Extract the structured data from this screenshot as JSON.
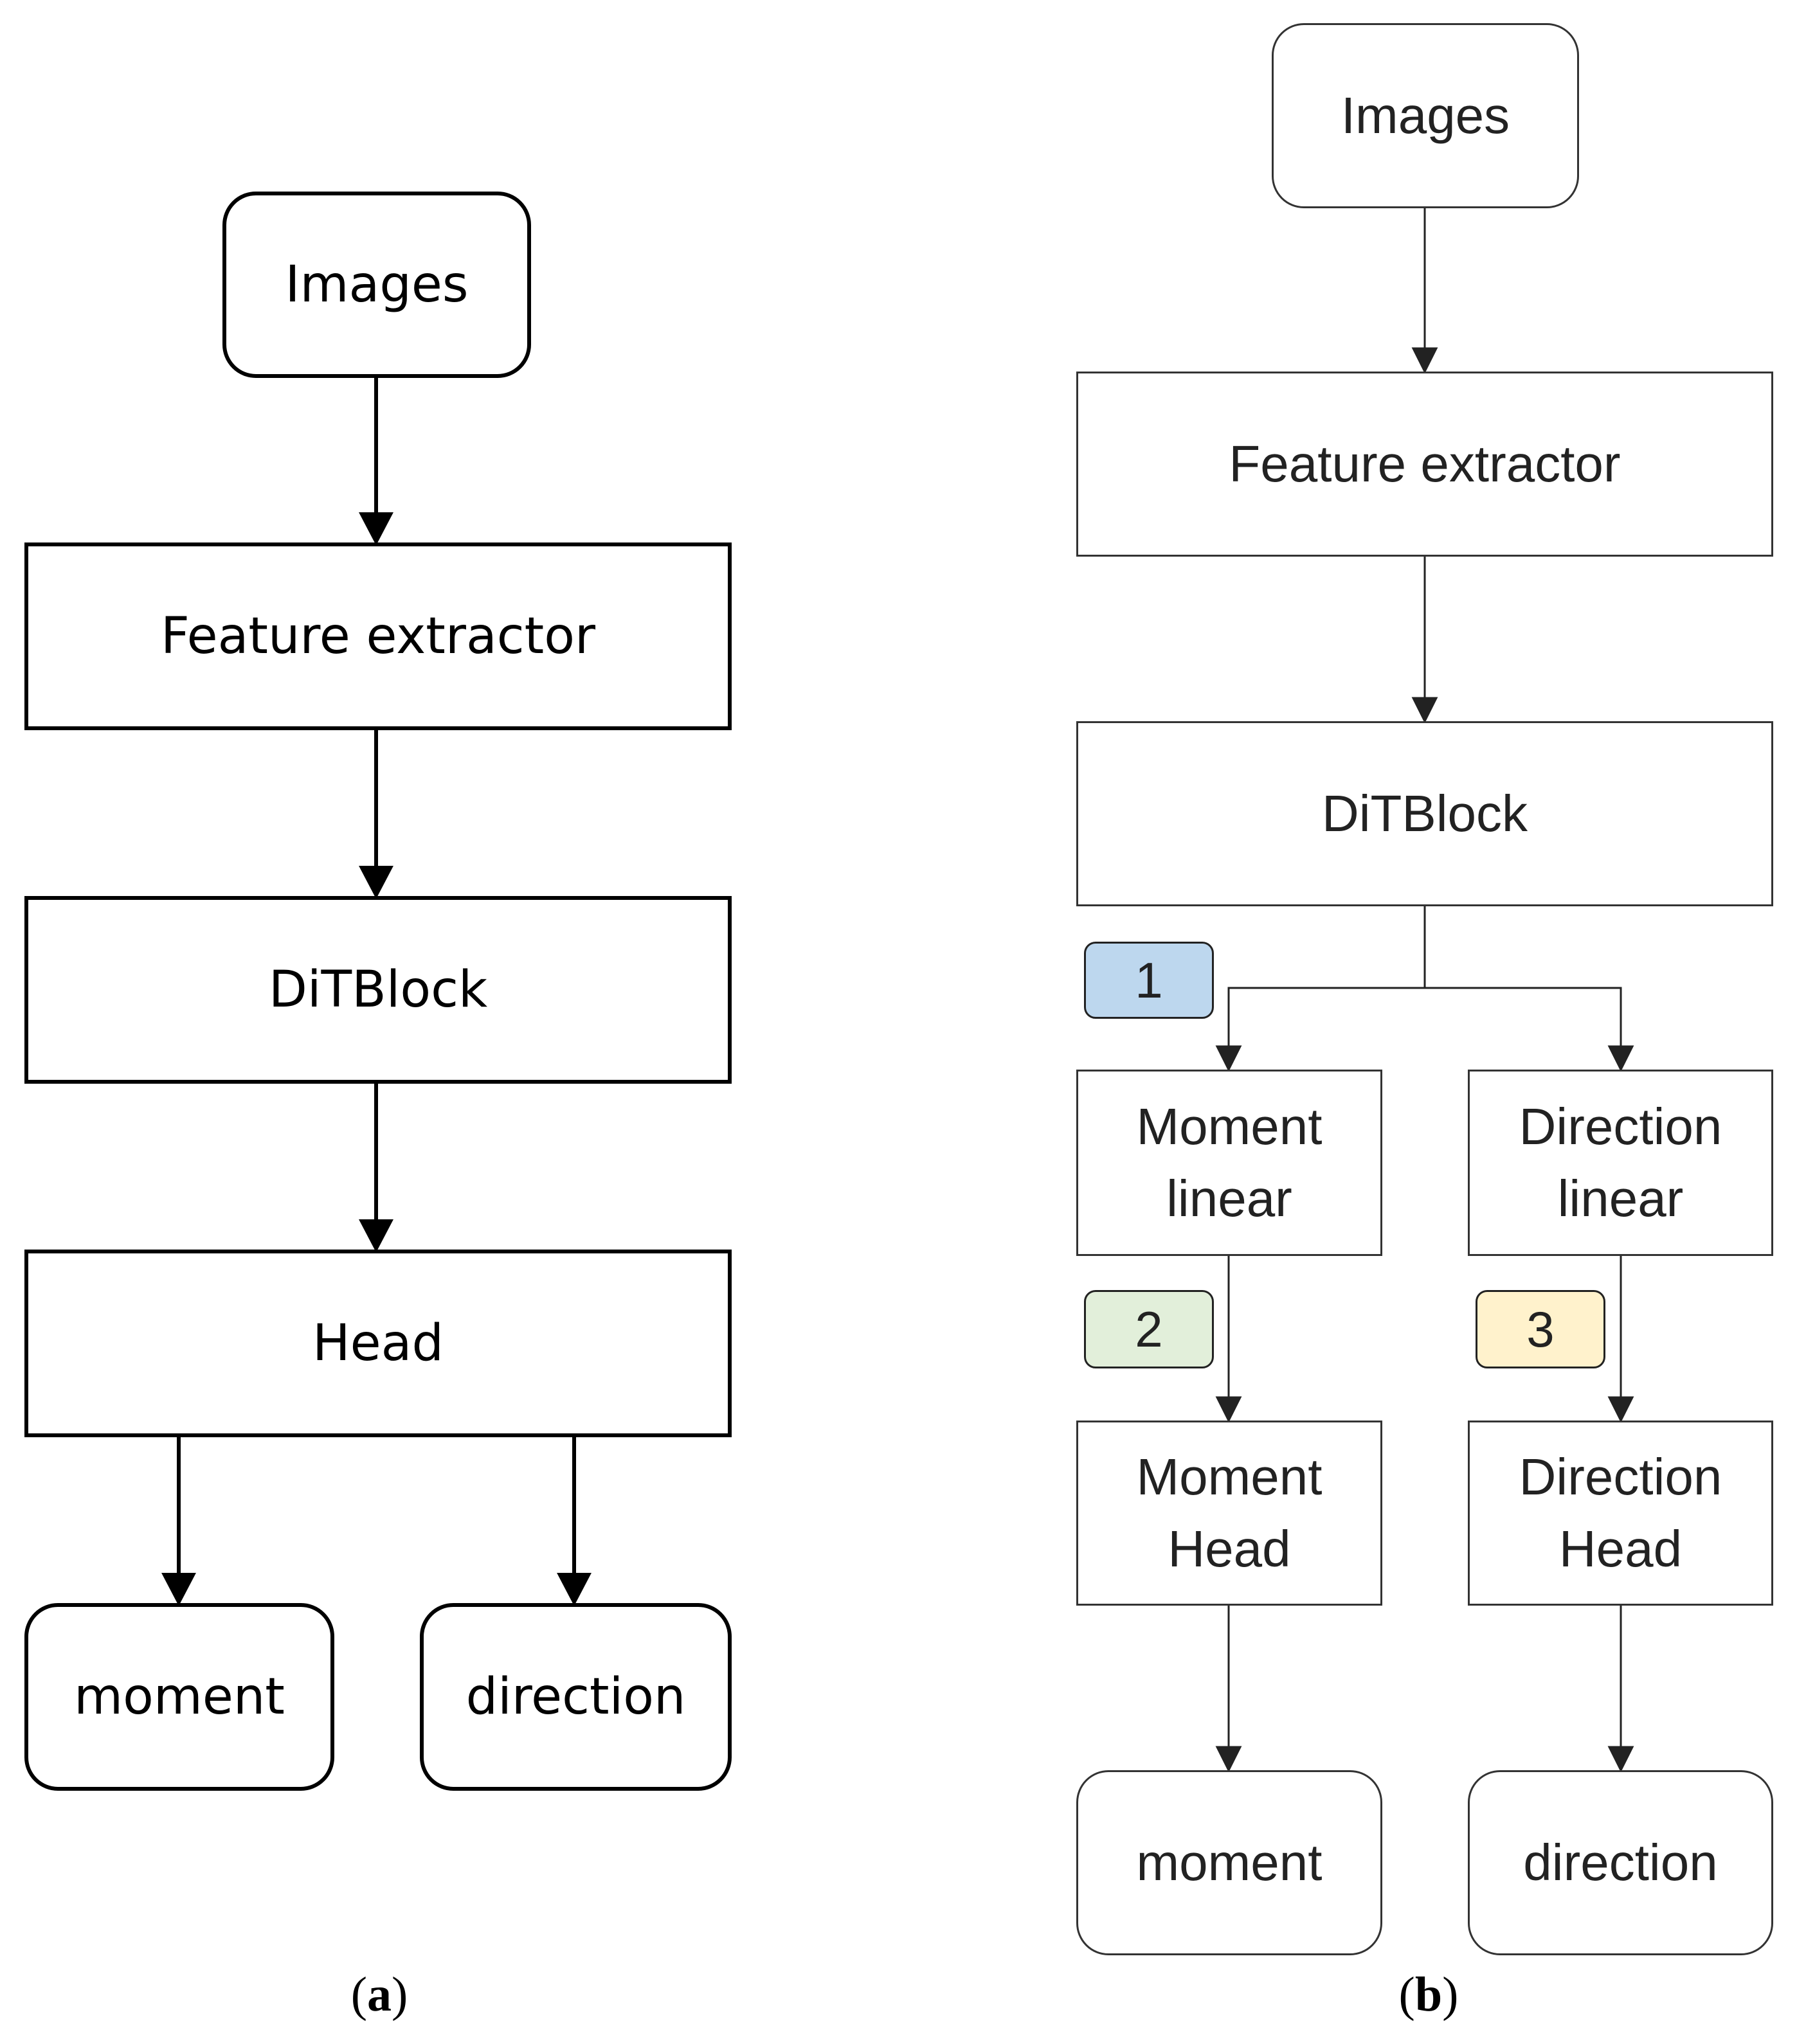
{
  "panel_a": {
    "images": "Images",
    "feature_extractor": "Feature extractor",
    "ditblock": "DiTBlock",
    "head": "Head",
    "moment": "moment",
    "direction": "direction",
    "caption_open": "(",
    "caption_letter": "a",
    "caption_close": ")"
  },
  "panel_b": {
    "images": "Images",
    "feature_extractor": "Feature extractor",
    "ditblock": "DiTBlock",
    "moment_linear": [
      "Moment",
      "linear"
    ],
    "direction_linear": [
      "Direction",
      "linear"
    ],
    "moment_head": [
      "Moment",
      "Head"
    ],
    "direction_head": [
      "Direction",
      "Head"
    ],
    "moment": "moment",
    "direction": "direction",
    "badges": [
      {
        "label": "1",
        "color": "#bdd7ee"
      },
      {
        "label": "2",
        "color": "#e2efda"
      },
      {
        "label": "3",
        "color": "#fff2cc"
      }
    ],
    "caption_open": "(",
    "caption_letter": "b",
    "caption_close": ")"
  }
}
